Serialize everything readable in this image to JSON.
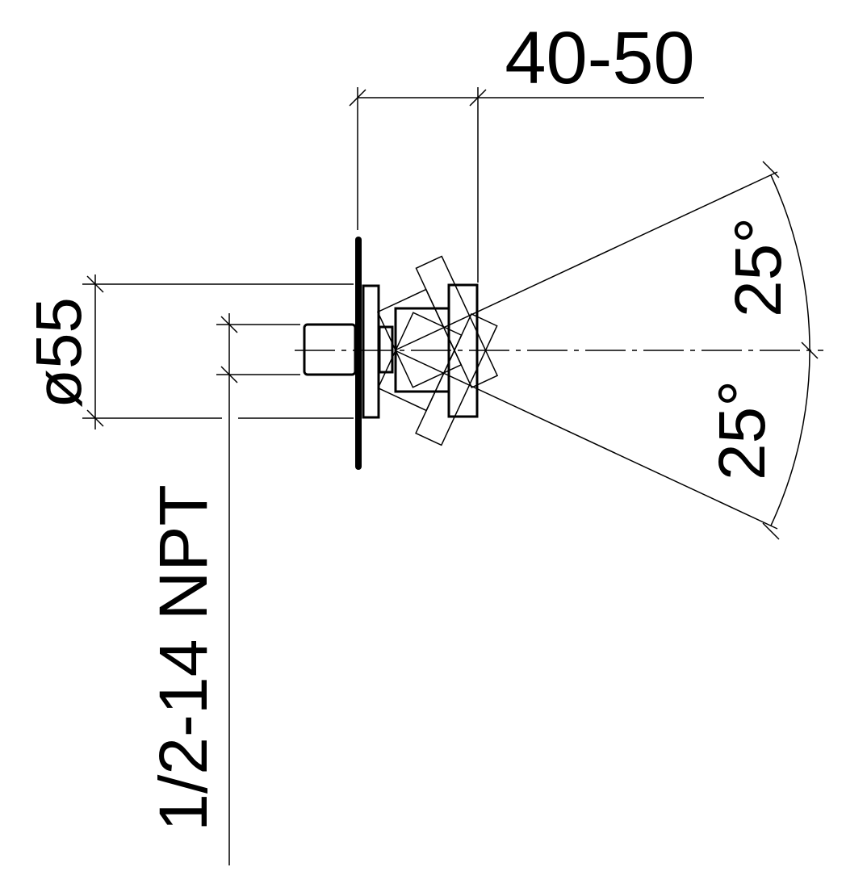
{
  "drawing": {
    "dimensions": {
      "reach": "40-50",
      "diameter": "ø55",
      "thread": "1/2-14 NPT",
      "angle_upper": "25°",
      "angle_lower": "25°"
    },
    "colors": {
      "background": "#ffffff",
      "line": "#000000"
    }
  }
}
